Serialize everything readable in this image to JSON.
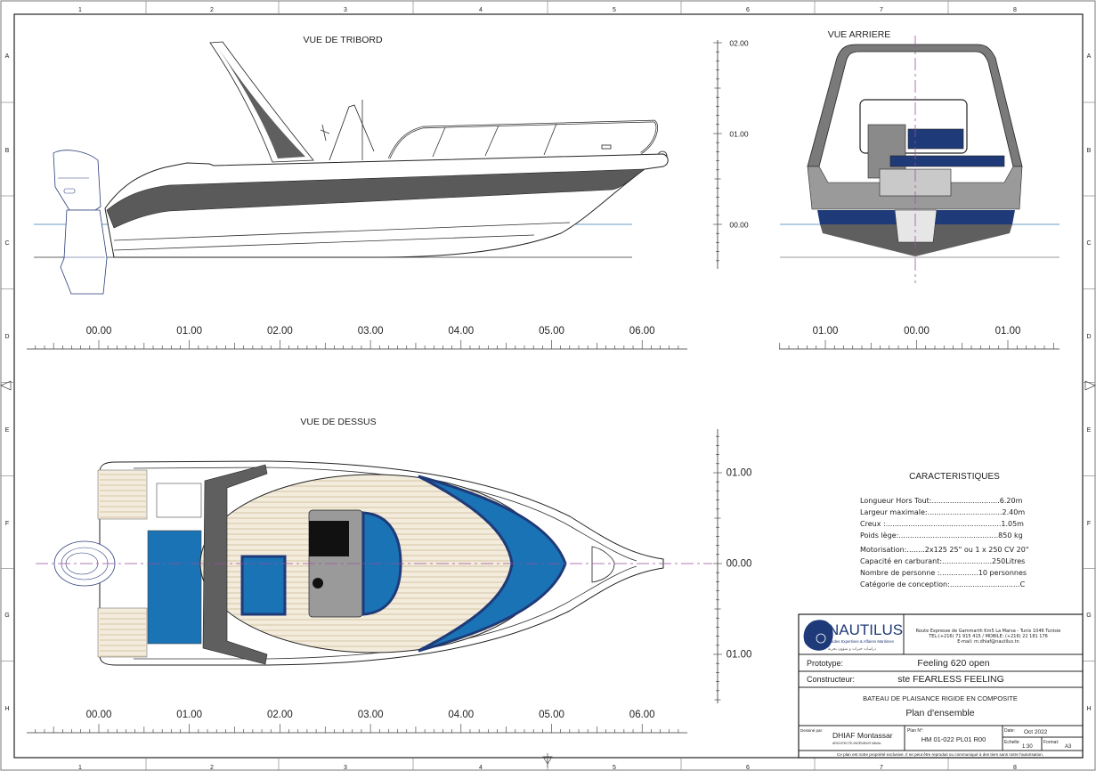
{
  "frame": {
    "columns": [
      "1",
      "2",
      "3",
      "4",
      "5",
      "6",
      "7",
      "8"
    ],
    "rows": [
      "A",
      "B",
      "C",
      "D",
      "E",
      "F",
      "G",
      "H"
    ]
  },
  "views": {
    "side_title": "VUE DE TRIBORD",
    "rear_title": "VUE ARRIERE",
    "top_title": "VUE DE DESSUS"
  },
  "rulers": {
    "side_horizontal": [
      "00.00",
      "01.00",
      "02.00",
      "03.00",
      "04.00",
      "05.00",
      "06.00"
    ],
    "side_vertical": [
      "02.00",
      "01.00",
      "00.00"
    ],
    "rear_horizontal": [
      "01.00",
      "00.00",
      "01.00"
    ],
    "top_horizontal": [
      "00.00",
      "01.00",
      "02.00",
      "03.00",
      "04.00",
      "05.00",
      "06.00"
    ],
    "top_vertical": [
      "01.00",
      "00.00",
      "01.00"
    ]
  },
  "characteristics": {
    "title": "CARACTERISTIQUES",
    "rows": [
      "Longueur Hors Tout:..............................6.20m",
      "Largeur maximale:.................................2.40m",
      "Creux :...................................................1.05m",
      "Poids lège:............................................850 kg",
      "Motorisation:........2x125 25\" ou 1 x 250 CV 20\"",
      "Capacité en carburant:......................250Litres",
      "Nombre de personne :.................10 personnes",
      "Catégorie de conception:...............................C"
    ]
  },
  "title_block": {
    "logo_name": "NAUTILUS",
    "logo_subtitle": "Etudes Expertises & Affaires Maritimes",
    "logo_arabic": "دراسات خبرات و شؤون بحرية",
    "address_line1": "Route Expresse de Gammarth Km5 La Marsa - Tunis 1046 Tunisie",
    "address_line2": "TEL:(+216) 71 915 415 /  MOBILE: (+216) 22 181 176",
    "address_line3": "E-mail: m.dhiaf@nautilus.tn",
    "prototype_label": "Prototype:",
    "prototype_value": "Feeling 620 open",
    "constructeur_label": "Constructeur:",
    "constructeur_value": "ste FEARLESS FEELING",
    "description": "BATEAU DE PLAISANCE RIGIDE EN COMPOSITE",
    "plan_title": "Plan d'ensemble",
    "drawn_by_label": "Dessiné par:",
    "drawn_by": "DHIAF Montassar",
    "drawn_by_role": "ARCHITECTE-INGÉNIEUR NAVAL",
    "plan_no_label": "Plan N°:",
    "plan_no": "HM 01-022 PL01 R00",
    "date_label": "Date:",
    "date": "Oct  2022",
    "scale_label": "Echelle:",
    "scale": "1:30",
    "format_label": "Format:",
    "format": "A3",
    "disclaimer": "Ce plan est notre propriété exclusive. Il ne peut être reproduit ou communiqué à des tiers  sans notre l'autorisation."
  },
  "colors": {
    "navy": "#1f3a78",
    "blue": "#1a73b5",
    "gray": "#5f5f5f",
    "light_gray": "#b8b8b8",
    "waterline": "#6a9cc9",
    "centerline": "#9b4f9f",
    "wood": "#f3ecdc",
    "wood_line": "#b89a6a"
  }
}
